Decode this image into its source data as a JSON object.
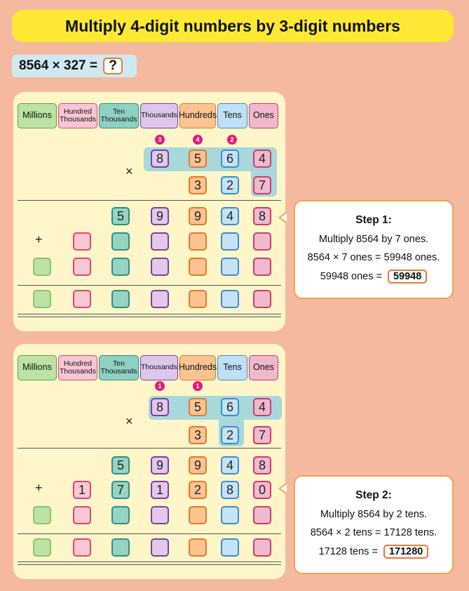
{
  "title": "Multiply 4-digit numbers by 3-digit numbers",
  "equation": {
    "text": "8564 × 327 =",
    "answer": "?"
  },
  "headers": {
    "millions": "Millions",
    "hundred_thousands": "Hundred Thousands",
    "ten_thousands": "Ten Thousands",
    "thousands": "Thousands",
    "hundreds": "Hundreds",
    "tens": "Tens",
    "ones": "Ones"
  },
  "symbols": {
    "times": "×",
    "plus": "+"
  },
  "panel1": {
    "carries": [
      "3",
      "4",
      "2"
    ],
    "multiplicand": [
      "8",
      "5",
      "6",
      "4"
    ],
    "multiplier": [
      "3",
      "2",
      "7"
    ],
    "partial1": [
      "5",
      "9",
      "9",
      "4",
      "8"
    ]
  },
  "panel2": {
    "carries": [
      "1",
      "1"
    ],
    "multiplicand": [
      "8",
      "5",
      "6",
      "4"
    ],
    "multiplier": [
      "3",
      "2",
      "7"
    ],
    "partial1": [
      "5",
      "9",
      "9",
      "4",
      "8"
    ],
    "partial2": [
      "1",
      "7",
      "1",
      "2",
      "8",
      "0"
    ]
  },
  "step1": {
    "title": "Step 1:",
    "line1": "Multiply 8564 by 7 ones.",
    "line2": "8564 × 7 ones = 59948 ones.",
    "line3": "59948 ones  =",
    "result": "59948"
  },
  "step2": {
    "title": "Step 2:",
    "line1": "Multiply 8564 by 2 tens.",
    "line2": "8564 × 2 tens = 17128 tens.",
    "line3": "17128 tens  =",
    "result": "171280"
  },
  "colors": {
    "background": "#f5b9a0",
    "title_bar": "#fde933",
    "panel": "#fef6c9",
    "callout_border": "#f0a255",
    "carry_badge": "#e31b7a"
  }
}
